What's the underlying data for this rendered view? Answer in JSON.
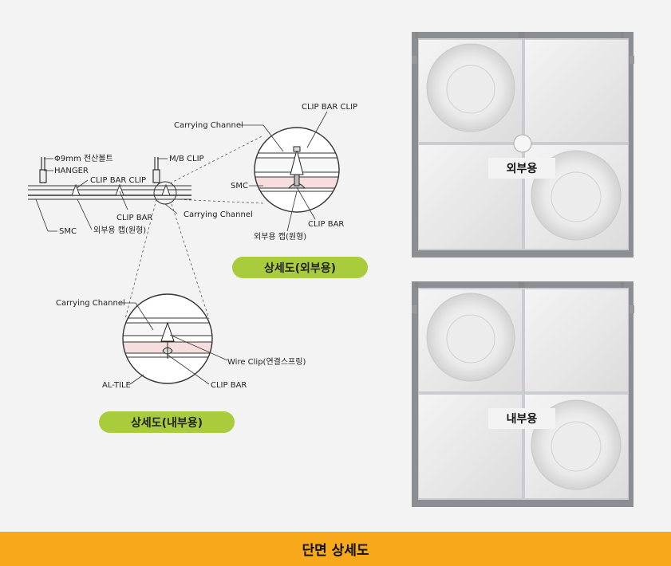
{
  "overview": {
    "rod": "Φ9mm 전산볼트",
    "hanger": "HANGER",
    "clip_bar_clip": "CLIP BAR CLIP",
    "mb_clip": "M/B CLIP",
    "clip_bar": "CLIP BAR",
    "smc": "SMC",
    "outer_cap": "외부용 캡(원형)",
    "carrying_channel": "Carrying Channel"
  },
  "detail_outer": {
    "carrying_channel": "Carrying Channel",
    "clip_bar_clip": "CLIP BAR CLIP",
    "smc": "SMC",
    "clip_bar": "CLIP BAR",
    "outer_cap": "외부용 캡(원형)",
    "caption": "상세도(외부용)"
  },
  "detail_inner": {
    "carrying_channel": "Carrying Channel",
    "wire_clip": "Wire Clip(연결스프링)",
    "al_tile": "AL-TILE",
    "clip_bar": "CLIP BAR",
    "caption": "상세도(내부용)"
  },
  "photo_outer": {
    "label": "외부용"
  },
  "photo_inner": {
    "label": "내부용"
  },
  "footer": {
    "title": "단면 상세도"
  },
  "colors": {
    "pill": "#a8cc3c",
    "footer": "#f7a81b",
    "smc_band": "#f7dede"
  }
}
